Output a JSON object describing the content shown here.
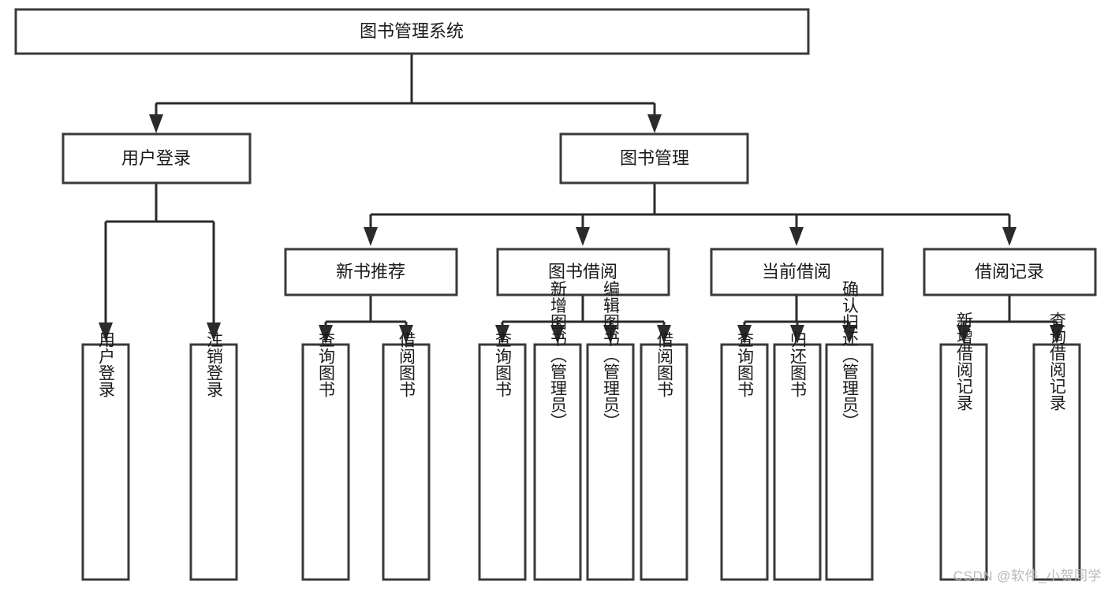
{
  "diagram": {
    "type": "tree-hierarchy-chart",
    "title": "图书管理系统",
    "watermark": "CSDN @软件_小贺同学",
    "colors": {
      "box_fill": "#ffffff",
      "box_stroke": "#3a3a3a",
      "connector": "#2b2b2b",
      "text": "#1a1a1a",
      "watermark": "#b9b9b9",
      "background": "#ffffff"
    },
    "root": {
      "label": "图书管理系统",
      "orientation": "horizontal"
    },
    "level2": [
      {
        "label": "用户登录",
        "orientation": "horizontal"
      },
      {
        "label": "图书管理",
        "orientation": "horizontal"
      }
    ],
    "level3": [
      {
        "label": "新书推荐",
        "orientation": "horizontal",
        "parent": "图书管理"
      },
      {
        "label": "图书借阅",
        "orientation": "horizontal",
        "parent": "图书管理"
      },
      {
        "label": "当前借阅",
        "orientation": "horizontal",
        "parent": "图书管理"
      },
      {
        "label": "借阅记录",
        "orientation": "horizontal",
        "parent": "图书管理"
      }
    ],
    "leaves": {
      "user_login": [
        {
          "label": "用户登录",
          "orientation": "vertical"
        },
        {
          "label": "注销登录",
          "orientation": "vertical"
        }
      ],
      "new_book_recommend": [
        {
          "label": "查询图书",
          "orientation": "vertical"
        },
        {
          "label": "借阅图书",
          "orientation": "vertical"
        }
      ],
      "book_borrow": [
        {
          "label": "查询图书",
          "orientation": "vertical"
        },
        {
          "label": "新增图书（管理员）",
          "orientation": "vertical"
        },
        {
          "label": "编辑图书（管理员）",
          "orientation": "vertical"
        },
        {
          "label": "借阅图书",
          "orientation": "vertical"
        }
      ],
      "current_borrow": [
        {
          "label": "查询图书",
          "orientation": "vertical"
        },
        {
          "label": "归还图书",
          "orientation": "vertical"
        },
        {
          "label": "确认归还（管理员）",
          "orientation": "vertical"
        }
      ],
      "borrow_record": [
        {
          "label": "新增借阅记录",
          "orientation": "vertical"
        },
        {
          "label": "查询借阅记录",
          "orientation": "vertical"
        }
      ]
    }
  }
}
